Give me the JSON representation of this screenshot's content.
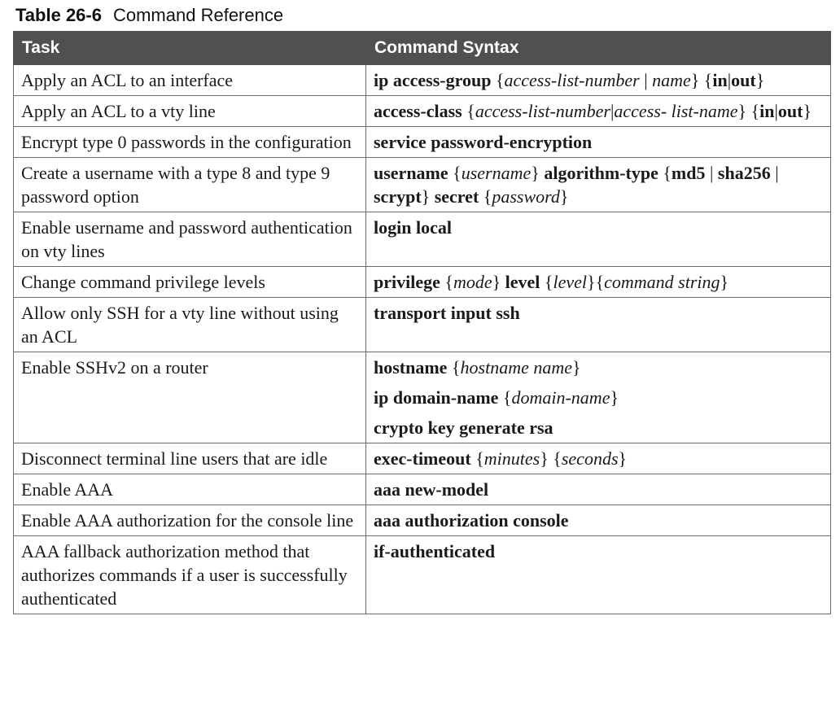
{
  "caption": {
    "number": "Table 26-6",
    "title": "Command Reference"
  },
  "headers": {
    "task": "Task",
    "syntax": "Command Syntax"
  },
  "rows": [
    {
      "task": "Apply an ACL to an interface",
      "lines": [
        [
          {
            "t": "cmd",
            "v": "ip access-group"
          },
          {
            "t": "punc",
            "v": " {"
          },
          {
            "t": "arg",
            "v": "access-list-number"
          },
          {
            "t": "punc",
            "v": " | "
          },
          {
            "t": "arg",
            "v": "name"
          },
          {
            "t": "punc",
            "v": "} {"
          },
          {
            "t": "cmd",
            "v": "in"
          },
          {
            "t": "punc",
            "v": "|"
          },
          {
            "t": "cmd",
            "v": "out"
          },
          {
            "t": "punc",
            "v": "}"
          }
        ]
      ]
    },
    {
      "task": "Apply an ACL to a vty line",
      "lines": [
        [
          {
            "t": "cmd",
            "v": "access-class"
          },
          {
            "t": "punc",
            "v": " {"
          },
          {
            "t": "arg",
            "v": "access-list-number"
          },
          {
            "t": "punc",
            "v": "|"
          },
          {
            "t": "arg",
            "v": "access- list-name"
          },
          {
            "t": "punc",
            "v": "} {"
          },
          {
            "t": "cmd",
            "v": "in"
          },
          {
            "t": "punc",
            "v": "|"
          },
          {
            "t": "cmd",
            "v": "out"
          },
          {
            "t": "punc",
            "v": "}"
          }
        ]
      ]
    },
    {
      "task": "Encrypt type 0 passwords in the configuration",
      "lines": [
        [
          {
            "t": "cmd",
            "v": "service password-encryption"
          }
        ]
      ]
    },
    {
      "task": "Create a username with a type 8 and type 9 password option",
      "lines": [
        [
          {
            "t": "cmd",
            "v": "username"
          },
          {
            "t": "punc",
            "v": " {"
          },
          {
            "t": "arg",
            "v": "username"
          },
          {
            "t": "punc",
            "v": "} "
          },
          {
            "t": "cmd",
            "v": "algorithm-type"
          },
          {
            "t": "punc",
            "v": " {"
          },
          {
            "t": "cmd",
            "v": "md5"
          },
          {
            "t": "punc",
            "v": " | "
          },
          {
            "t": "cmd",
            "v": "sha256"
          },
          {
            "t": "punc",
            "v": " | "
          },
          {
            "t": "cmd",
            "v": "scrypt"
          },
          {
            "t": "punc",
            "v": "} "
          },
          {
            "t": "cmd",
            "v": "secret"
          },
          {
            "t": "punc",
            "v": " {"
          },
          {
            "t": "arg",
            "v": "password"
          },
          {
            "t": "punc",
            "v": "}"
          }
        ]
      ]
    },
    {
      "task": "Enable username and password authentication on vty lines",
      "lines": [
        [
          {
            "t": "cmd",
            "v": "login local"
          }
        ]
      ]
    },
    {
      "task": "Change command privilege levels",
      "lines": [
        [
          {
            "t": "cmd",
            "v": "privilege"
          },
          {
            "t": "punc",
            "v": " {"
          },
          {
            "t": "arg",
            "v": "mode"
          },
          {
            "t": "punc",
            "v": "} "
          },
          {
            "t": "cmd",
            "v": "level"
          },
          {
            "t": "punc",
            "v": " {"
          },
          {
            "t": "arg",
            "v": "level"
          },
          {
            "t": "punc",
            "v": "}{"
          },
          {
            "t": "arg",
            "v": "command string"
          },
          {
            "t": "punc",
            "v": "}"
          }
        ]
      ]
    },
    {
      "task": "Allow only SSH for a vty line without using an ACL",
      "lines": [
        [
          {
            "t": "cmd",
            "v": "transport input ssh"
          }
        ]
      ]
    },
    {
      "task": "Enable SSHv2 on a router",
      "lines": [
        [
          {
            "t": "cmd",
            "v": "hostname"
          },
          {
            "t": "punc",
            "v": " {"
          },
          {
            "t": "arg",
            "v": "hostname name"
          },
          {
            "t": "punc",
            "v": "}"
          }
        ],
        [
          {
            "t": "cmd",
            "v": "ip domain-name"
          },
          {
            "t": "punc",
            "v": " {"
          },
          {
            "t": "arg",
            "v": "domain-name"
          },
          {
            "t": "punc",
            "v": "}"
          }
        ],
        [
          {
            "t": "cmd",
            "v": "crypto key generate rsa"
          }
        ]
      ]
    },
    {
      "task": "Disconnect terminal line users that are idle",
      "lines": [
        [
          {
            "t": "cmd",
            "v": "exec-timeout"
          },
          {
            "t": "punc",
            "v": " {"
          },
          {
            "t": "arg",
            "v": "minutes"
          },
          {
            "t": "punc",
            "v": "} {"
          },
          {
            "t": "arg",
            "v": "seconds"
          },
          {
            "t": "punc",
            "v": "}"
          }
        ]
      ]
    },
    {
      "task": "Enable AAA",
      "lines": [
        [
          {
            "t": "cmd",
            "v": "aaa new-model"
          }
        ]
      ]
    },
    {
      "task": "Enable AAA authorization for the console line",
      "lines": [
        [
          {
            "t": "cmd",
            "v": "aaa authorization console"
          }
        ]
      ]
    },
    {
      "task": "AAA fallback authorization method that authorizes commands if a user is successfully authenticated",
      "lines": [
        [
          {
            "t": "cmd",
            "v": "if-authenticated"
          }
        ]
      ]
    }
  ]
}
